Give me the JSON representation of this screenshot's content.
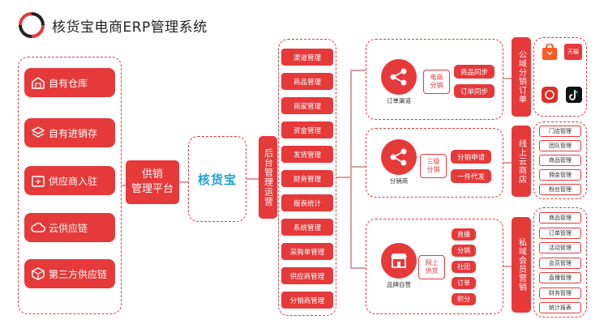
{
  "header": {
    "title": "核货宝电商ERP管理系统"
  },
  "left_items": [
    "自有仓库",
    "自有进销存",
    "供应商入驻",
    "云供应链",
    "第三方供应链"
  ],
  "hub": {
    "label": "供销\n管理平台"
  },
  "brand": {
    "name": "核货宝"
  },
  "backend": {
    "label": "后台管理运营",
    "items": [
      "渠道管理",
      "商品管理",
      "商家管理",
      "资金管理",
      "发货管理",
      "财务管理",
      "报表统计",
      "系统管理",
      "采购单管理",
      "供应商管理",
      "分销商管理"
    ]
  },
  "sections": [
    {
      "circle_label": "订单渠道",
      "group_label": "电商\n分销",
      "pills": [
        "商品同步",
        "订单同步"
      ],
      "side_label": "公域分销订单",
      "platforms": [
        "shopping-bag",
        "天猫",
        "pinduoduo",
        "tiktok"
      ]
    },
    {
      "circle_label": "分销商",
      "group_label": "三级\n分销",
      "pills": [
        "分销申请",
        "一件代发"
      ],
      "side_label": "线上云商店",
      "menu": [
        "门店管理",
        "团队管理",
        "商品管理",
        "佣金管理",
        "粉丝管理"
      ]
    },
    {
      "circle_label": "品牌自营",
      "group_label": "网上\n供货",
      "pills": [
        "直播",
        "分销",
        "社团",
        "订单",
        "积分"
      ],
      "side_label": "私域会员营销",
      "menu": [
        "商品管理",
        "订单管理",
        "活动管理",
        "会员管理",
        "直播管理",
        "财务管理",
        "统计报表"
      ]
    }
  ],
  "colors": {
    "accent": "#e6393a",
    "line": "#d9a0a0"
  }
}
